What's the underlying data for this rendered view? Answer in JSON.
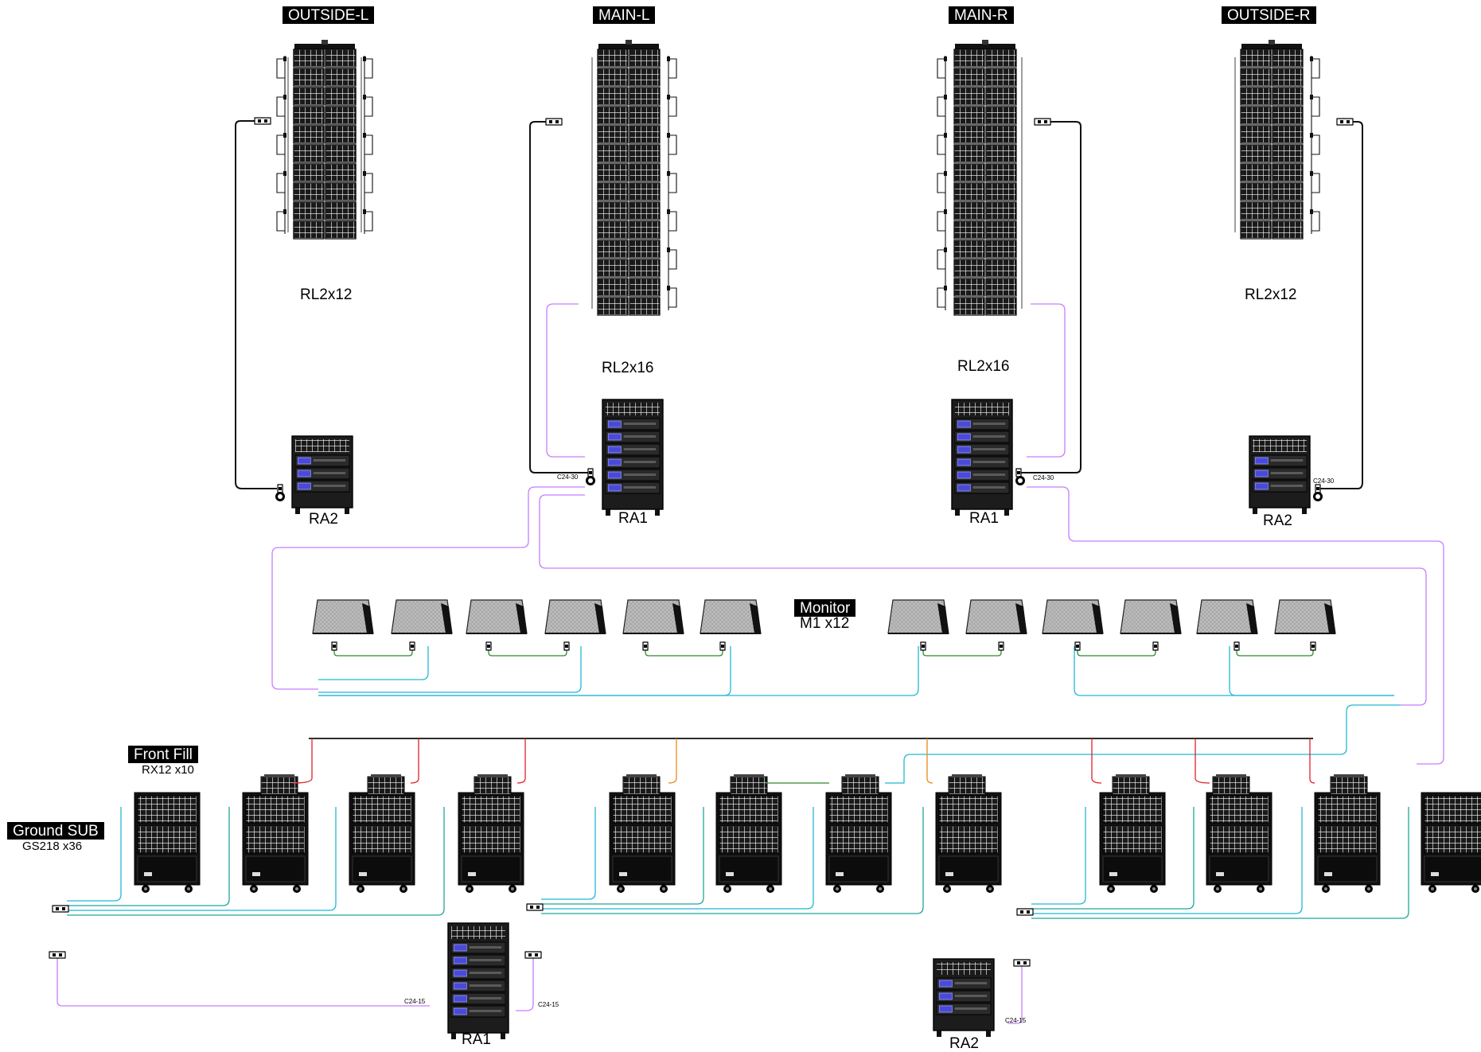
{
  "array_tags": {
    "outside_l": "OUTSIDE-L",
    "main_l": "MAIN-L",
    "main_r": "MAIN-R",
    "outside_r": "OUTSIDE-R"
  },
  "array_models": {
    "outside_l": "RL2x12",
    "main_l": "RL2x16",
    "main_r": "RL2x16",
    "outside_r": "RL2x12"
  },
  "racks": {
    "outside_l": "RA2",
    "main_l": "RA1",
    "main_r": "RA1",
    "outside_r": "RA2",
    "bottom_left": "RA1",
    "bottom_right": "RA2"
  },
  "cables": {
    "c24_30_a": "C24-30",
    "c24_30_b": "C24-30",
    "c24_30_c": "C24-30",
    "c24_15_a": "C24-15",
    "c24_15_b": "C24-15",
    "c24_15_c": "C24-15"
  },
  "monitor": {
    "tag": "Monitor",
    "model": "M1 x12"
  },
  "front_fill": {
    "tag": "Front Fill",
    "model": "RX12 x10"
  },
  "ground_sub": {
    "tag": "Ground SUB",
    "model": "GS218 x36"
  },
  "colors": {
    "purple": "#c77dff",
    "cyan": "#22b8d6",
    "teal": "#1fa89a",
    "green": "#2e8b2e",
    "red": "#e0202a",
    "orange": "#e88a1a",
    "black": "#111111"
  }
}
